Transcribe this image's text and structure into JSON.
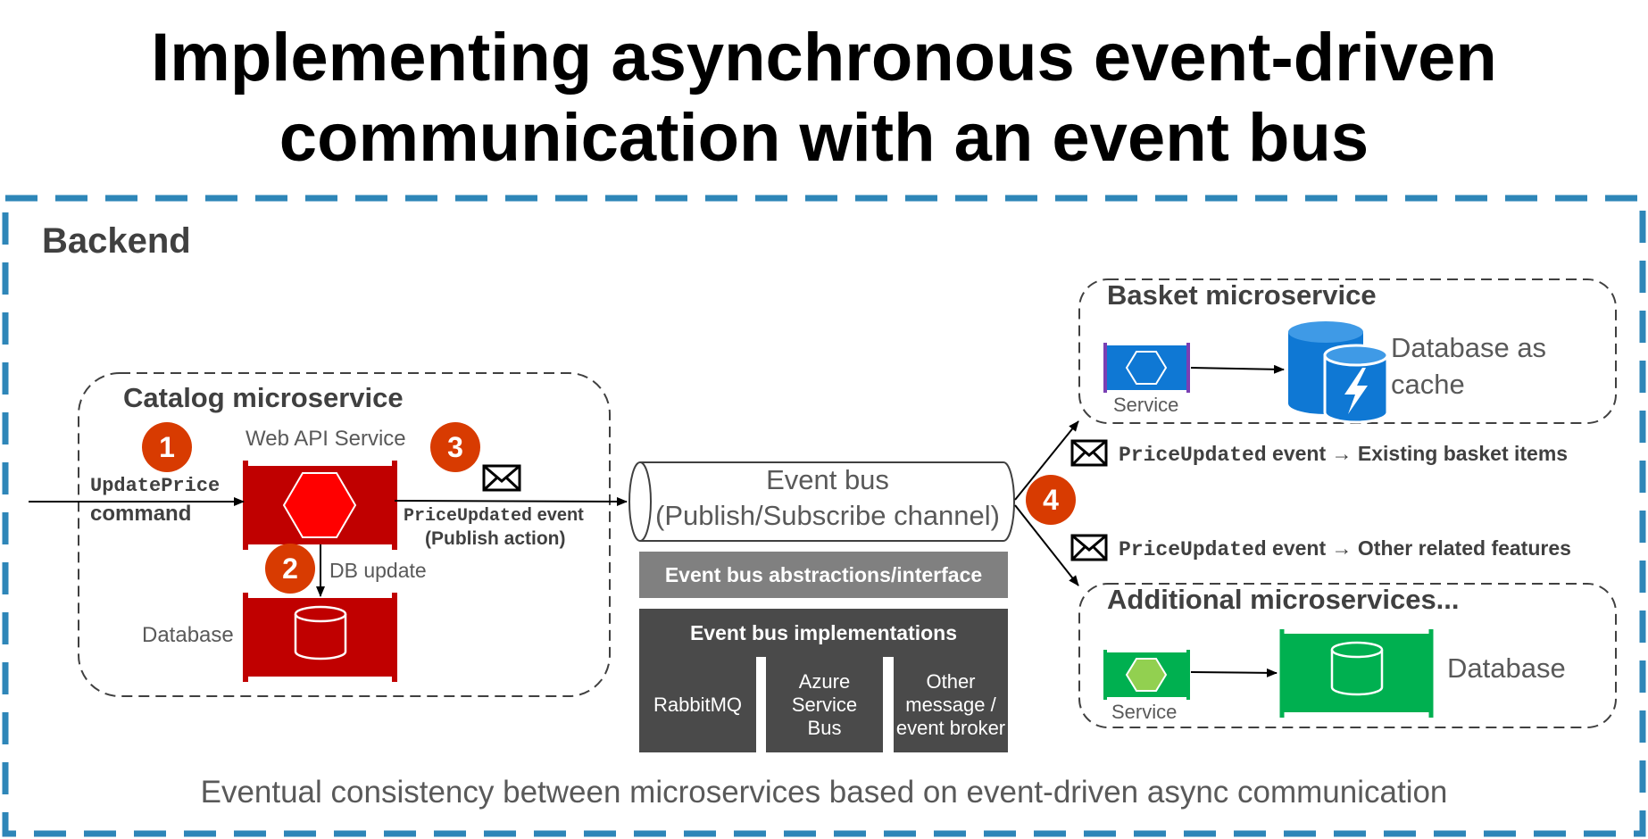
{
  "title": {
    "line1": "Implementing asynchronous event-driven",
    "line2": "communication with an event bus"
  },
  "backend": {
    "label": "Backend"
  },
  "catalog": {
    "title": "Catalog microservice",
    "web_api_label": "Web API Service",
    "db_label": "Database",
    "command_mono": "UpdatePrice",
    "command_text": "command",
    "db_update": "DB update",
    "event_mono": "PriceUpdated",
    "event_text": " event",
    "publish_action": "(Publish action)",
    "colors": {
      "red": "#c00000",
      "red_light": "#ff0000"
    }
  },
  "steps": {
    "s1": "1",
    "s2": "2",
    "s3": "3",
    "s4": "4"
  },
  "event_bus": {
    "title": "Event bus",
    "subtitle": "(Publish/Subscribe channel)",
    "abstractions": "Event bus abstractions/interface",
    "implementations_title": "Event bus implementations",
    "implementations": [
      "RabbitMQ",
      "Azure Service Bus",
      "Other message / event broker"
    ]
  },
  "basket": {
    "title": "Basket microservice",
    "service_label": "Service",
    "db_label_line1": "Database as",
    "db_label_line2": "cache",
    "event_mono": "PriceUpdated",
    "event_text": " event → Existing basket items",
    "colors": {
      "blue": "#0f78d4"
    }
  },
  "additional": {
    "title": "Additional microservices...",
    "service_label": "Service",
    "db_label": "Database",
    "event_mono": "PriceUpdated",
    "event_text": " event → Other related features",
    "colors": {
      "green": "#00b050",
      "green_light": "#92d050"
    }
  },
  "footer": "Eventual consistency between microservices based on event-driven async communication",
  "colors": {
    "dash_blue": "#2e86b8",
    "badge_orange": "#d83b01",
    "grey_dark": "#4a4a4a",
    "grey_mid": "#808080"
  }
}
